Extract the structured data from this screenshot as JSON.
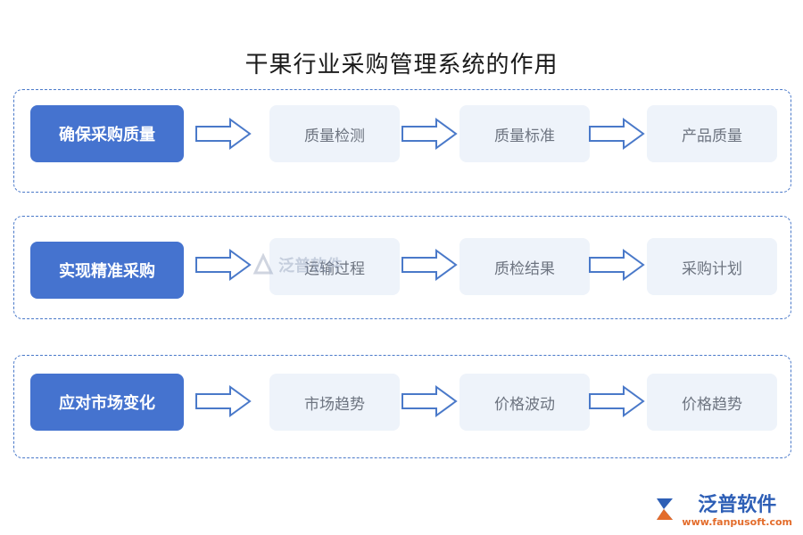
{
  "title": "干果行业采购管理系统的作用",
  "rows": [
    {
      "label": "确保采购质量",
      "steps": [
        "质量检测",
        "质量标准",
        "产品质量"
      ]
    },
    {
      "label": "实现精准采购",
      "steps": [
        "运输过程",
        "质检结果",
        "采购计划"
      ]
    },
    {
      "label": "应对市场变化",
      "steps": [
        "市场趋势",
        "价格波动",
        "价格趋势"
      ]
    }
  ],
  "watermark": {
    "text": "泛普软件"
  },
  "logo": {
    "brand": "泛普软件",
    "url": "www.fanpusoft.com"
  },
  "colors": {
    "primary": "#4573cf",
    "border": "#4a79c9",
    "step_bg": "#eef3fa",
    "url": "#e36c2b"
  }
}
